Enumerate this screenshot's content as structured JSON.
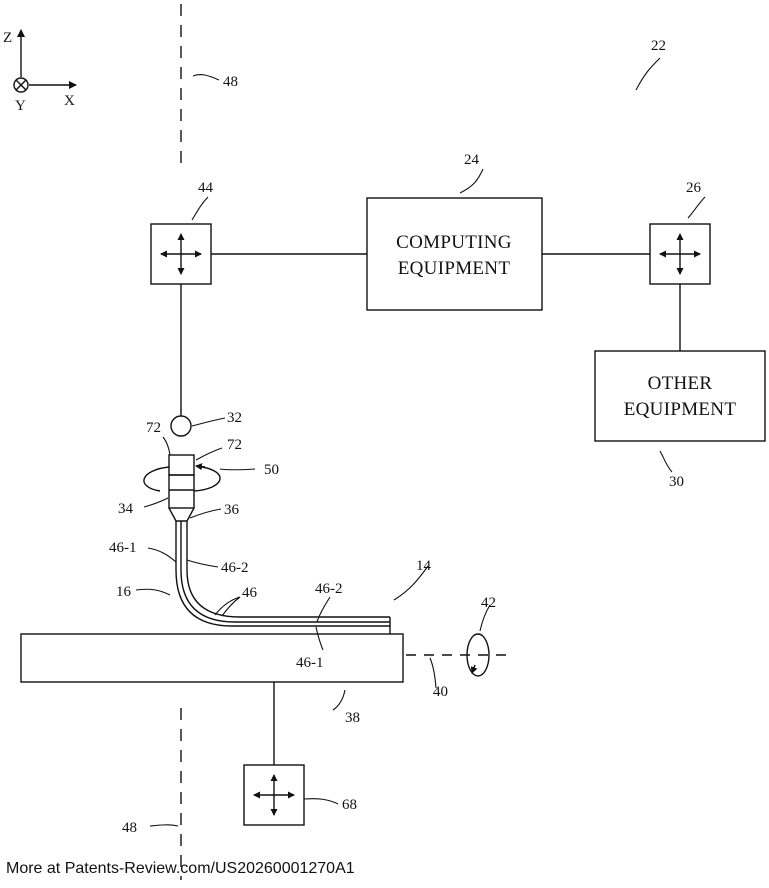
{
  "axes": {
    "z": "Z",
    "y": "Y",
    "x": "X"
  },
  "labels": {
    "r22": "22",
    "r48_top": "48",
    "r48_bottom": "48",
    "r44": "44",
    "r24": "24",
    "r26": "26",
    "r32": "32",
    "r72_left": "72",
    "r72_right": "72",
    "r50": "50",
    "r34": "34",
    "r36": "36",
    "r30": "30",
    "r46_1_top": "46-1",
    "r46_2_top": "46-2",
    "r16": "16",
    "r46": "46",
    "r46_2_right": "46-2",
    "r14": "14",
    "r42": "42",
    "r46_1_bottom": "46-1",
    "r40": "40",
    "r38": "38",
    "r68": "68"
  },
  "boxes": {
    "computing_line1": "COMPUTING",
    "computing_line2": "EQUIPMENT",
    "other_line1": "OTHER",
    "other_line2": "EQUIPMENT"
  },
  "footer": "More at Patents-Review.com/US20260001270A1"
}
